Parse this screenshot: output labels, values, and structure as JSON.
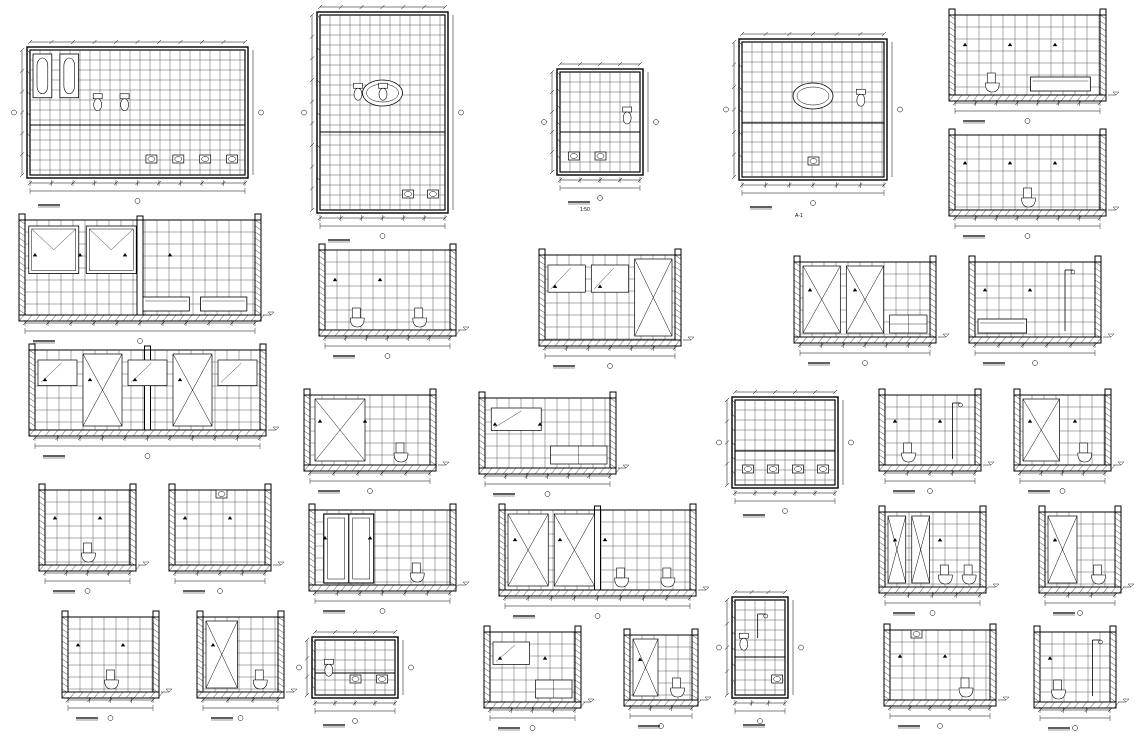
{
  "sheet": {
    "background": "#ffffff",
    "line_color": "#000000",
    "tile_line_color": "#333333"
  },
  "drawings": [
    {
      "id": "plan-double-vanity-bath",
      "kind": "plan",
      "fixtures": [
        "bathtub",
        "bathtub",
        "toilet",
        "toilet",
        "sink",
        "sink",
        "sink",
        "sink"
      ]
    },
    {
      "id": "plan-master-bath-tall",
      "kind": "plan",
      "fixtures": [
        "oval-tub",
        "toilet",
        "toilet",
        "sink",
        "sink"
      ]
    },
    {
      "id": "plan-small-bath",
      "kind": "plan",
      "fixtures": [
        "sink",
        "sink",
        "toilet"
      ],
      "caption": "1:50"
    },
    {
      "id": "plan-master-bath-oval-tub",
      "kind": "plan",
      "fixtures": [
        "oval-tub",
        "sink",
        "toilet"
      ],
      "caption": "A-1"
    },
    {
      "id": "elev-r1-a",
      "kind": "elevation",
      "fixtures": [
        "toilet",
        "bathtub"
      ]
    },
    {
      "id": "elev-r1-b",
      "kind": "elevation",
      "fixtures": [
        "toilet"
      ]
    },
    {
      "id": "elev-r2-a",
      "kind": "elevation",
      "fixtures": [
        "window",
        "window",
        "bathtub",
        "bathtub"
      ]
    },
    {
      "id": "elev-r2-b",
      "kind": "elevation",
      "fixtures": [
        "toilet",
        "toilet"
      ]
    },
    {
      "id": "elev-r2-c",
      "kind": "elevation",
      "fixtures": [
        "mirror",
        "mirror",
        "door"
      ]
    },
    {
      "id": "elev-r2-d",
      "kind": "elevation",
      "fixtures": [
        "door",
        "door",
        "vanity"
      ]
    },
    {
      "id": "elev-r2-e",
      "kind": "elevation",
      "fixtures": [
        "bathtub",
        "shower"
      ]
    },
    {
      "id": "elev-r3-a",
      "kind": "elevation",
      "fixtures": [
        "mirror",
        "door",
        "mirror",
        "door",
        "mirror"
      ]
    },
    {
      "id": "elev-r3-b",
      "kind": "elevation",
      "fixtures": [
        "door",
        "toilet"
      ]
    },
    {
      "id": "elev-r3-c",
      "kind": "elevation",
      "fixtures": [
        "mirror",
        "vanity"
      ]
    },
    {
      "id": "plan-twin-vanity",
      "kind": "plan",
      "fixtures": [
        "sink",
        "sink",
        "sink",
        "sink"
      ]
    },
    {
      "id": "elev-r3-d",
      "kind": "elevation",
      "fixtures": [
        "toilet",
        "shower"
      ]
    },
    {
      "id": "elev-r3-e",
      "kind": "elevation",
      "fixtures": [
        "door",
        "toilet"
      ]
    },
    {
      "id": "elev-r4-a",
      "kind": "elevation",
      "fixtures": [
        "toilet"
      ]
    },
    {
      "id": "elev-r4-b",
      "kind": "elevation",
      "fixtures": [
        "sink"
      ]
    },
    {
      "id": "elev-r4-c",
      "kind": "elevation",
      "fixtures": [
        "sliding-door",
        "toilet"
      ]
    },
    {
      "id": "elev-r4-d",
      "kind": "elevation",
      "fixtures": [
        "door",
        "door",
        "toilet",
        "toilet"
      ]
    },
    {
      "id": "elev-r4-e",
      "kind": "elevation",
      "fixtures": [
        "door",
        "door",
        "toilet",
        "toilet"
      ]
    },
    {
      "id": "elev-r4-f",
      "kind": "elevation",
      "fixtures": [
        "door",
        "toilet"
      ]
    },
    {
      "id": "elev-r5-a",
      "kind": "elevation",
      "fixtures": [
        "toilet"
      ]
    },
    {
      "id": "elev-r5-b",
      "kind": "elevation",
      "fixtures": [
        "door",
        "toilet"
      ]
    },
    {
      "id": "plan-small-bath-2",
      "kind": "plan",
      "fixtures": [
        "toilet",
        "sink",
        "sink"
      ]
    },
    {
      "id": "elev-r5-c",
      "kind": "elevation",
      "fixtures": [
        "mirror",
        "vanity"
      ]
    },
    {
      "id": "elev-r5-d",
      "kind": "elevation",
      "fixtures": [
        "door",
        "toilet"
      ]
    },
    {
      "id": "plan-tall-narrow-bath",
      "kind": "plan",
      "fixtures": [
        "toilet",
        "shower",
        "sink"
      ]
    },
    {
      "id": "elev-r5-e",
      "kind": "elevation",
      "fixtures": [
        "sink",
        "toilet"
      ]
    },
    {
      "id": "elev-r5-f",
      "kind": "elevation",
      "fixtures": [
        "toilet",
        "shower"
      ]
    }
  ]
}
